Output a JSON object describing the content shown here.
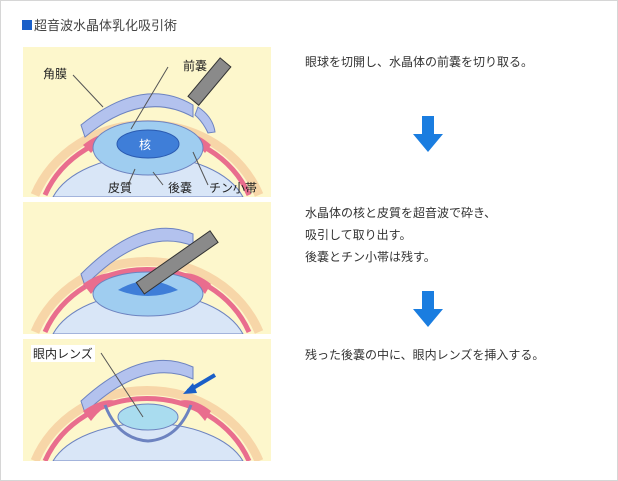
{
  "title": "超音波水晶体乳化吸引術",
  "panels": [
    {
      "labels": {
        "cornea": "角膜",
        "anterior_capsule": "前嚢",
        "nucleus": "核",
        "cortex": "皮質",
        "posterior_capsule": "後嚢",
        "zonule": "チン小帯"
      }
    },
    {
      "labels": {}
    },
    {
      "labels": {
        "iol": "眼内レンズ"
      }
    }
  ],
  "steps": [
    {
      "lines": [
        "眼球を切開し、水晶体の前嚢を切り取る。"
      ]
    },
    {
      "lines": [
        "水晶体の核と皮質を超音波で砕き、",
        "吸引して取り出す。",
        "後嚢とチン小帯は残す。"
      ]
    },
    {
      "lines": [
        "残った後嚢の中に、眼内レンズを挿入する。"
      ]
    }
  ],
  "colors": {
    "accent": "#1a5fc8",
    "arrow": "#1a7de0",
    "panel_bg": "#fdf7cc"
  }
}
